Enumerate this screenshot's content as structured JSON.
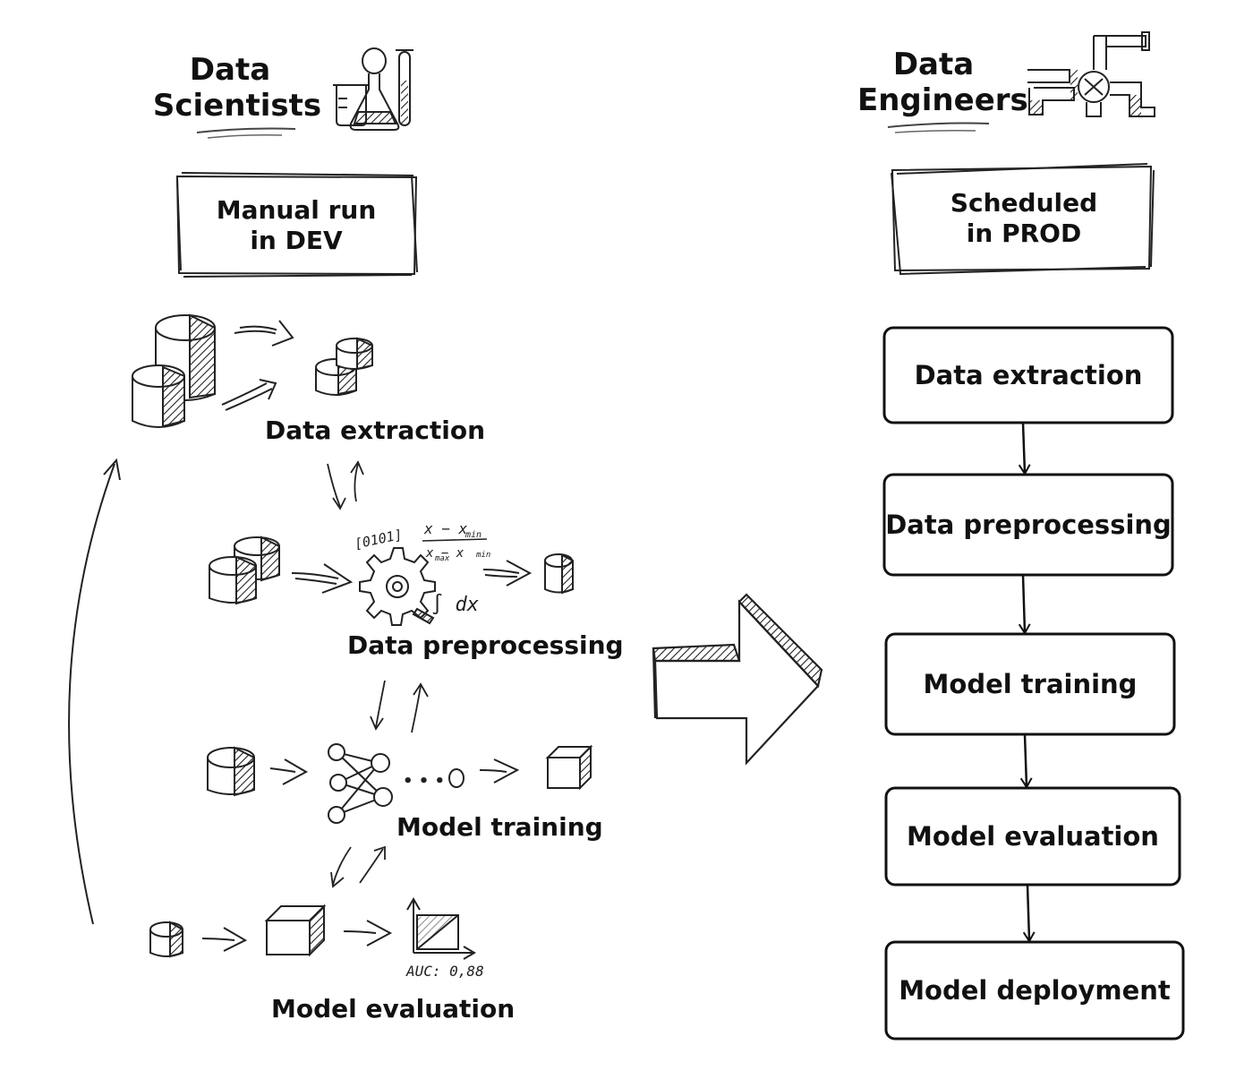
{
  "left": {
    "role_line1": "Data",
    "role_line2": "Scientists",
    "mode_line1": "Manual run",
    "mode_line2": "in DEV",
    "stages": [
      {
        "label": "Data extraction"
      },
      {
        "label": "Data preprocessing"
      },
      {
        "label": "Model training"
      },
      {
        "label": "Model evaluation"
      }
    ],
    "doodles": {
      "binary": "[0101]",
      "formula_num": "x − x",
      "formula_num_sub": "min",
      "formula_den": "x   − x",
      "formula_den_sub1": "max",
      "formula_den_sub2": "min",
      "integral": "∫ dx",
      "dots": "• • •",
      "auc": "AUC: 0,88"
    }
  },
  "right": {
    "role_line1": "Data",
    "role_line2": "Engineers",
    "mode_line1": "Scheduled",
    "mode_line2": "in PROD",
    "pipeline": [
      {
        "label": "Data extraction"
      },
      {
        "label": "Data preprocessing"
      },
      {
        "label": "Model training"
      },
      {
        "label": "Model evaluation"
      },
      {
        "label": "Model deployment"
      }
    ]
  },
  "icons": {
    "left_role": "lab-glassware-icon",
    "right_role": "pipes-icon",
    "transition": "big-right-arrow-icon"
  }
}
